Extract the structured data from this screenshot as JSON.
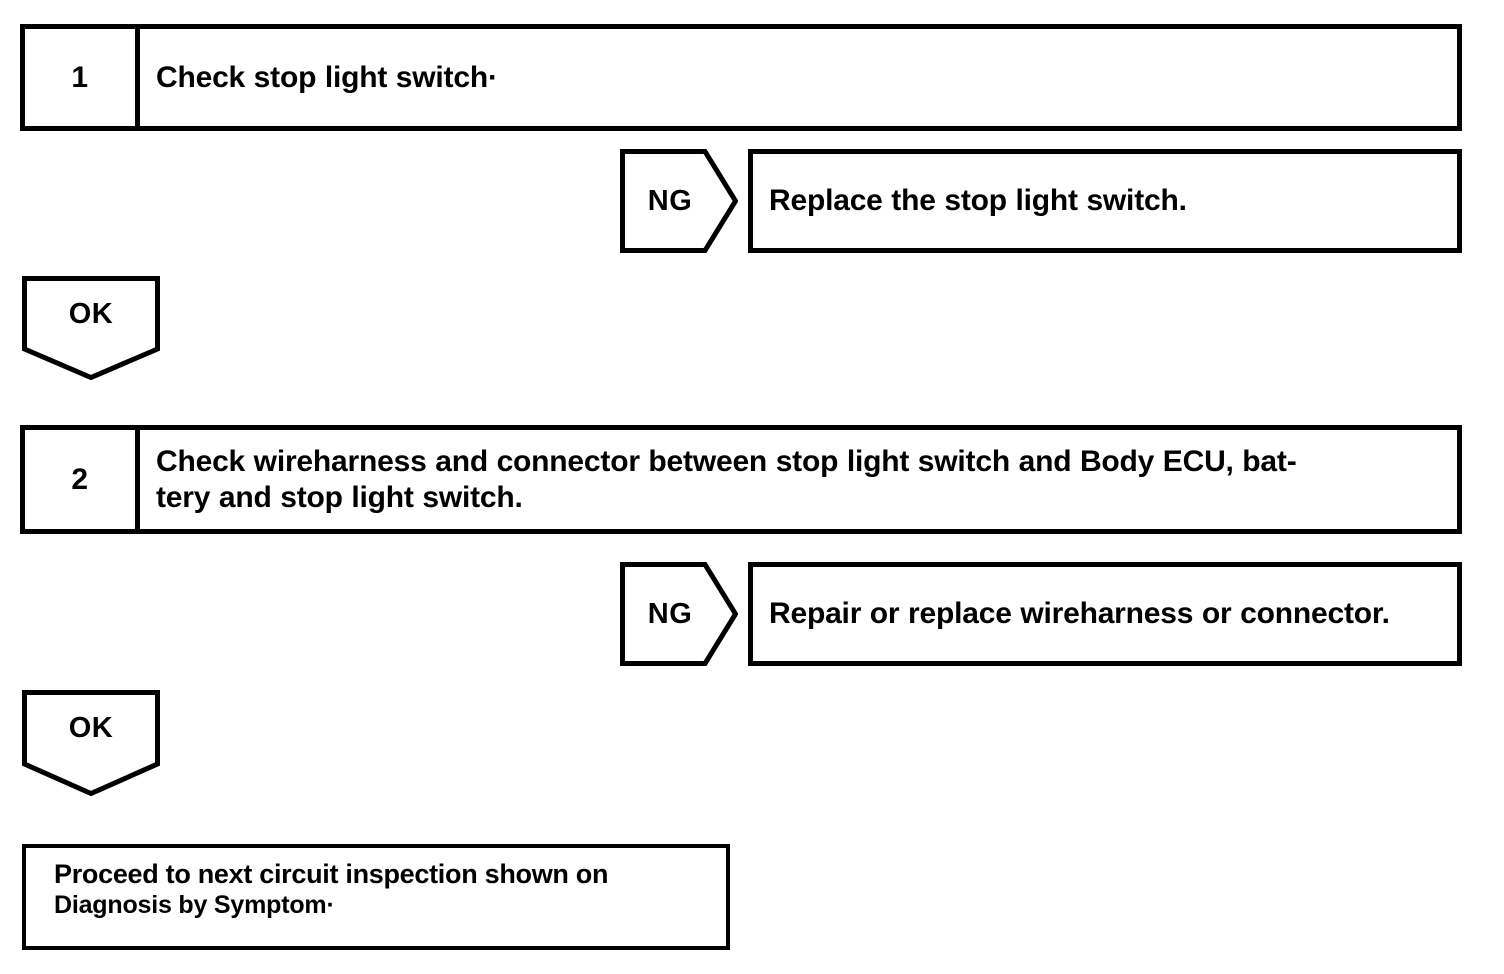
{
  "diagram": {
    "title": "Stop light switch circuit inspection flowchart",
    "line_color": "#000000",
    "background_color": "#ffffff"
  },
  "steps": [
    {
      "number": "1",
      "text": "Check stop light switch·",
      "result_label": "NG",
      "result_text": "Replace the stop light switch.",
      "pass_label": "OK"
    },
    {
      "number": "2",
      "text": "Check wireharness and connector between stop light switch and Body ECU, battery and stop light switch.",
      "result_label": "NG",
      "result_text": "Repair or replace wireharness or connector.",
      "pass_label": "OK"
    }
  ],
  "step1": {
    "number": "1",
    "text": "Check stop light switch·"
  },
  "step2": {
    "number": "2",
    "line1": "Check wireharness and connector between stop light switch and Body ECU, bat-",
    "line2": "tery and stop light switch."
  },
  "ng1": {
    "label": "NG",
    "text": "Replace the stop light switch."
  },
  "ng2": {
    "label": "NG",
    "text": "Repair or replace wireharness or connector."
  },
  "ok1": {
    "label": "OK"
  },
  "ok2": {
    "label": "OK"
  },
  "terminal": {
    "line1": "Proceed to next circuit inspection shown on",
    "line2": "Diagnosis by Symptom·"
  }
}
